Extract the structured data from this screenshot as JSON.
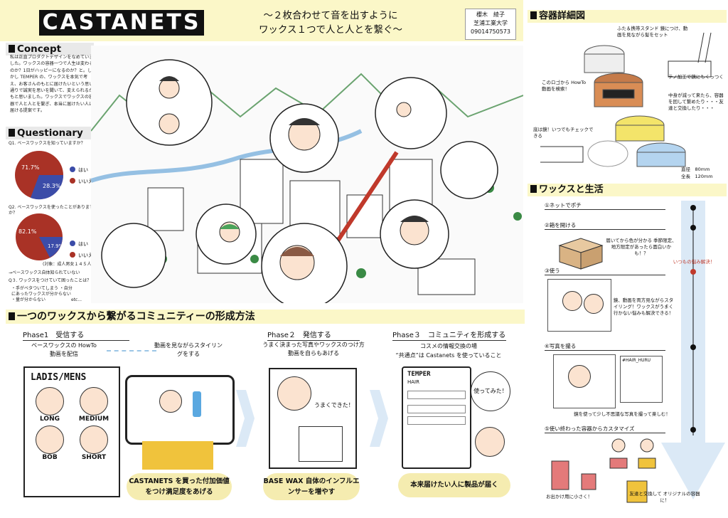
{
  "header": {
    "logo_text": "CASTANETS",
    "subtitle_line1": "～２枚合わせて音を出すように",
    "subtitle_line2": "ワックス１つで人と人とを繋ぐ～",
    "author_name": "櫻木　綾子",
    "author_school": "芝浦工業大学",
    "author_phone": "09014750573"
  },
  "concept": {
    "heading": "Concept",
    "body": "私は正直プロダクトデザインをなめていました。ワックスの容器一つで人生は変わるのか？1日がハッピーになるのか？と。しかし TEMPER の、ワックスを本気で考え、お客さんのもとに届けたいという思い通りで誠実を思いを聞いて、変えられるかもと思いました。ワックスでワックスの容器で人と人とを繋ぎ、本当に届けたい人に届ける提案です。"
  },
  "questionary": {
    "heading": "Questionary",
    "q1": "Q1. ベースワックスを知っていますか？",
    "q2": "Q2. ベースワックスを使ったことがありますか？",
    "q1_yes_pct": "28.3%",
    "q1_no_pct": "71.7%",
    "q2_yes_pct": "17.9%",
    "q2_no_pct": "82.1%",
    "legend_yes": "はい",
    "legend_no": "いいえ",
    "note": "(対象：成人男女１４５人)",
    "result": "→ベースワックス自体知られていない",
    "q3": "Q３. ワックスをつけていて困ったことは？",
    "answers": "・手がベタついてしまう ・自分にあったワックスが分からない ・量が分からない",
    "etc": "etc..."
  },
  "chart_colors": {
    "no": "#a93226",
    "yes": "#3b4ca8"
  },
  "bottom": {
    "heading": "一つのワックスから繋がるコミュニティーの形成方法",
    "phase1_title": "Phase1　受信する",
    "phase1_desc1": "ベースワックスの HowTo 動画を配信",
    "phase1_desc2": "動画を見ながらスタイリングをする",
    "phase1_card_title": "LADIS/MENS",
    "phase1_styles": [
      "LONG",
      "MEDIUM",
      "BOB",
      "SHORT"
    ],
    "phase1_pill": "CASTANETS を買った付加価値をつけ満足度をあげる",
    "phase2_title": "Phase２　発信する",
    "phase2_desc": "うまく決まった写真やワックスのつけ方動画を自らもあげる",
    "phase2_bubble": "うまくできた！",
    "phase2_pill": "BASE WAX 自体のインフルエンサーを増やす",
    "phase3_title": "Phase３　コミュニティを形成する",
    "phase3_desc1": "コスメの情報交換の場",
    "phase3_desc2": "“共通点”は Castanets を使っていること",
    "phase3_card_title": "TEMPER",
    "phase3_card_sub": "HAIR",
    "phase3_bubble": "使ってみた！",
    "phase3_pill": "本来届けたい人に製品が届く"
  },
  "container": {
    "heading": "容器詳細図",
    "note_top": "ふた＆携帯スタンド 鏡につけ、動画を見ながら髪をセット",
    "note_stand": "テノ加工で鏡にもくっつく",
    "note_logo": "このロゴから HowTo 動画を検索！",
    "note_middle": "中身が減って来たら、容器を回して繋めたり・・・友達と交換したり・・・",
    "note_bottom": "底は鏡！いつでもチェックできる",
    "diameter": "直径　80mm",
    "height": "全長　120mm"
  },
  "life": {
    "heading": "ワックスと生活",
    "step1": "①ネットでポチ",
    "step2": "②箱を開ける",
    "step2_note": "届いてから色が分かる 季節限定、地方限定があったら面白いかも！？",
    "pain_label": "いつもの悩み解決！",
    "step3": "③使う",
    "step3_note": "鏡、動画を両方見ながらスタイリング！ワックスがうまく行かない悩みも解決できる！",
    "step4": "④写真を撮る",
    "step4_tag": "#HAIR_HURU",
    "step4_note": "鏡を使って少し不思議な写真を撮って楽しむ！",
    "step5": "⑤使い終わった容器からカスタマイズ",
    "step5_note1": "お出かけ用に小さく！",
    "step5_note2": "友達と交換して オリジナルの容器に！"
  }
}
